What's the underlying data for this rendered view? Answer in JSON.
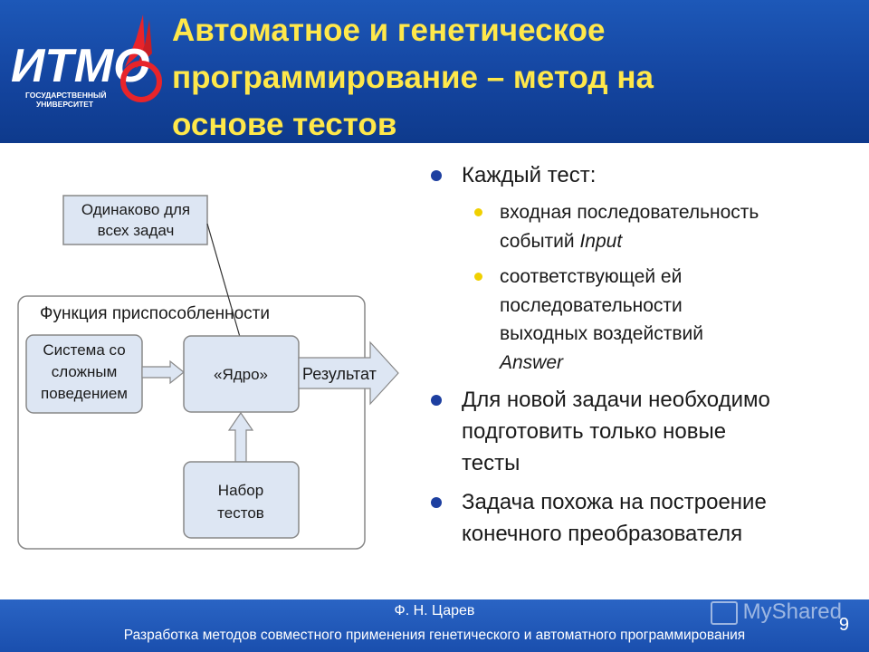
{
  "header": {
    "logo_text": "ИТМО",
    "logo_sub1": "ГОСУДАРСТВЕННЫЙ",
    "logo_sub2": "УНИВЕРСИТЕТ",
    "title_lines": [
      "Автоматное и генетическое",
      "программирование – метод на",
      "основе тестов"
    ]
  },
  "diagram": {
    "top_note": [
      "Одинаково для",
      "всех задач"
    ],
    "frame_label": "Функция приспособленности",
    "system_box": [
      "Система со",
      "сложным",
      "поведением"
    ],
    "core_box": "«Ядро»",
    "result_label": "Результат",
    "tests_box": [
      "Набор",
      "тестов"
    ]
  },
  "bullets": {
    "b1": "Каждый тест:",
    "b1_sub1_line1": "входная последовательность",
    "b1_sub1_line2_prefix": "событий ",
    "b1_sub1_line2_italic": "Input",
    "b1_sub2_lines": [
      "соответствующей ей",
      "последовательности",
      "выходных воздействий"
    ],
    "b1_sub2_italic": "Answer",
    "b2_lines": [
      "Для новой задачи необходимо",
      "подготовить только новые",
      "тесты"
    ],
    "b3_lines": [
      "Задача похожа на построение",
      "конечного преобразователя"
    ]
  },
  "footer": {
    "author": "Ф. Н. Царев",
    "title": "Разработка методов совместного применения генетического и автоматного программирования",
    "page_number": "9",
    "watermark": "MyShared"
  },
  "colors": {
    "header_bg": "#1445a0",
    "title_yellow": "#ffe84a",
    "box_fill": "#dde6f3",
    "bullet_blue": "#1d3fa0",
    "bullet_yellow": "#f0d000"
  }
}
